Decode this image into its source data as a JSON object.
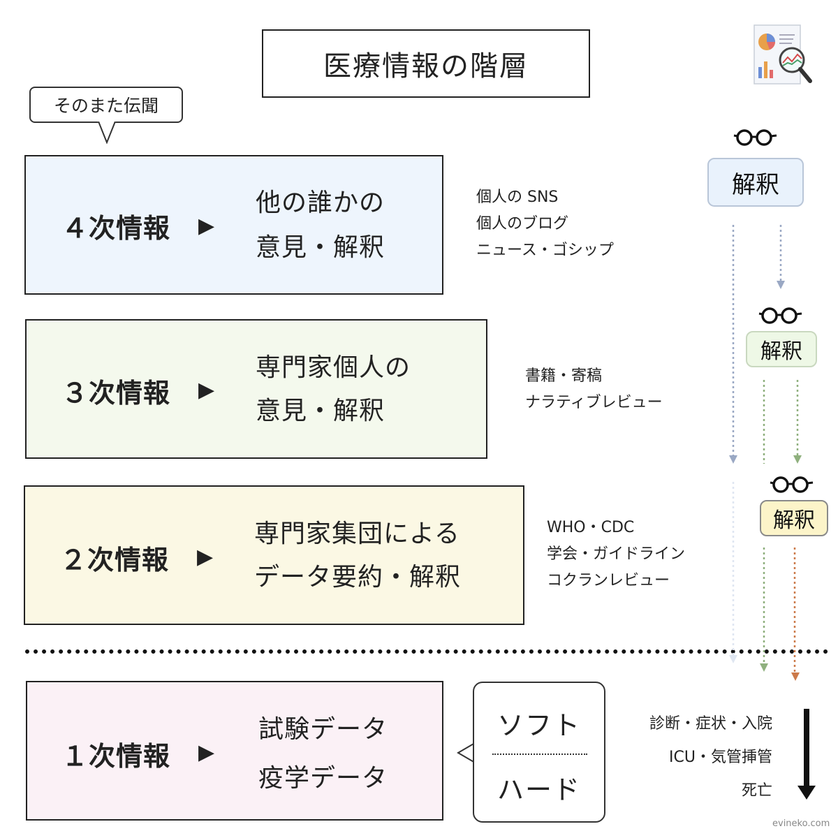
{
  "title": "医療情報の階層",
  "bubble_note": "そのまた伝聞",
  "levels": [
    {
      "label": "４次情報",
      "desc": [
        "他の誰かの",
        "意見・解釈"
      ],
      "examples": [
        "個人の SNS",
        "個人のブログ",
        "ニュース・ゴシップ"
      ]
    },
    {
      "label": "３次情報",
      "desc": [
        "専門家個人の",
        "意見・解釈"
      ],
      "examples": [
        "書籍・寄稿",
        "ナラティブレビュー"
      ]
    },
    {
      "label": "２次情報",
      "desc": [
        "専門家集団による",
        "データ要約・解釈"
      ],
      "examples": [
        "WHO・CDC",
        "学会・ガイドライン",
        "コクランレビュー"
      ]
    },
    {
      "label": "１次情報",
      "desc": [
        "試験データ",
        "疫学データ"
      ],
      "examples": []
    }
  ],
  "arrow_glyph": "▶",
  "interpretation_label": "解釈",
  "soft_label": "ソフト",
  "hard_label": "ハード",
  "outcomes": [
    "診断・症状・入院",
    "ICU・気管挿管",
    "死亡"
  ],
  "credit": "evineko.com",
  "colors": {
    "level4_bg": "#eef5fd",
    "level3_bg": "#f4f9ed",
    "level2_bg": "#fbf8e4",
    "level1_bg": "#fbf1f6",
    "interp4_bg": "#e9f2fc",
    "interp3_bg": "#eef8e6",
    "interp2_bg": "#fcf4c9",
    "blue_arrow": "#9aa8c4",
    "green_arrow": "#8fb07e",
    "orange_arrow": "#cc7a4a"
  },
  "icons": [
    "document-chart-icon",
    "glasses-icon",
    "down-arrow-icon"
  ]
}
